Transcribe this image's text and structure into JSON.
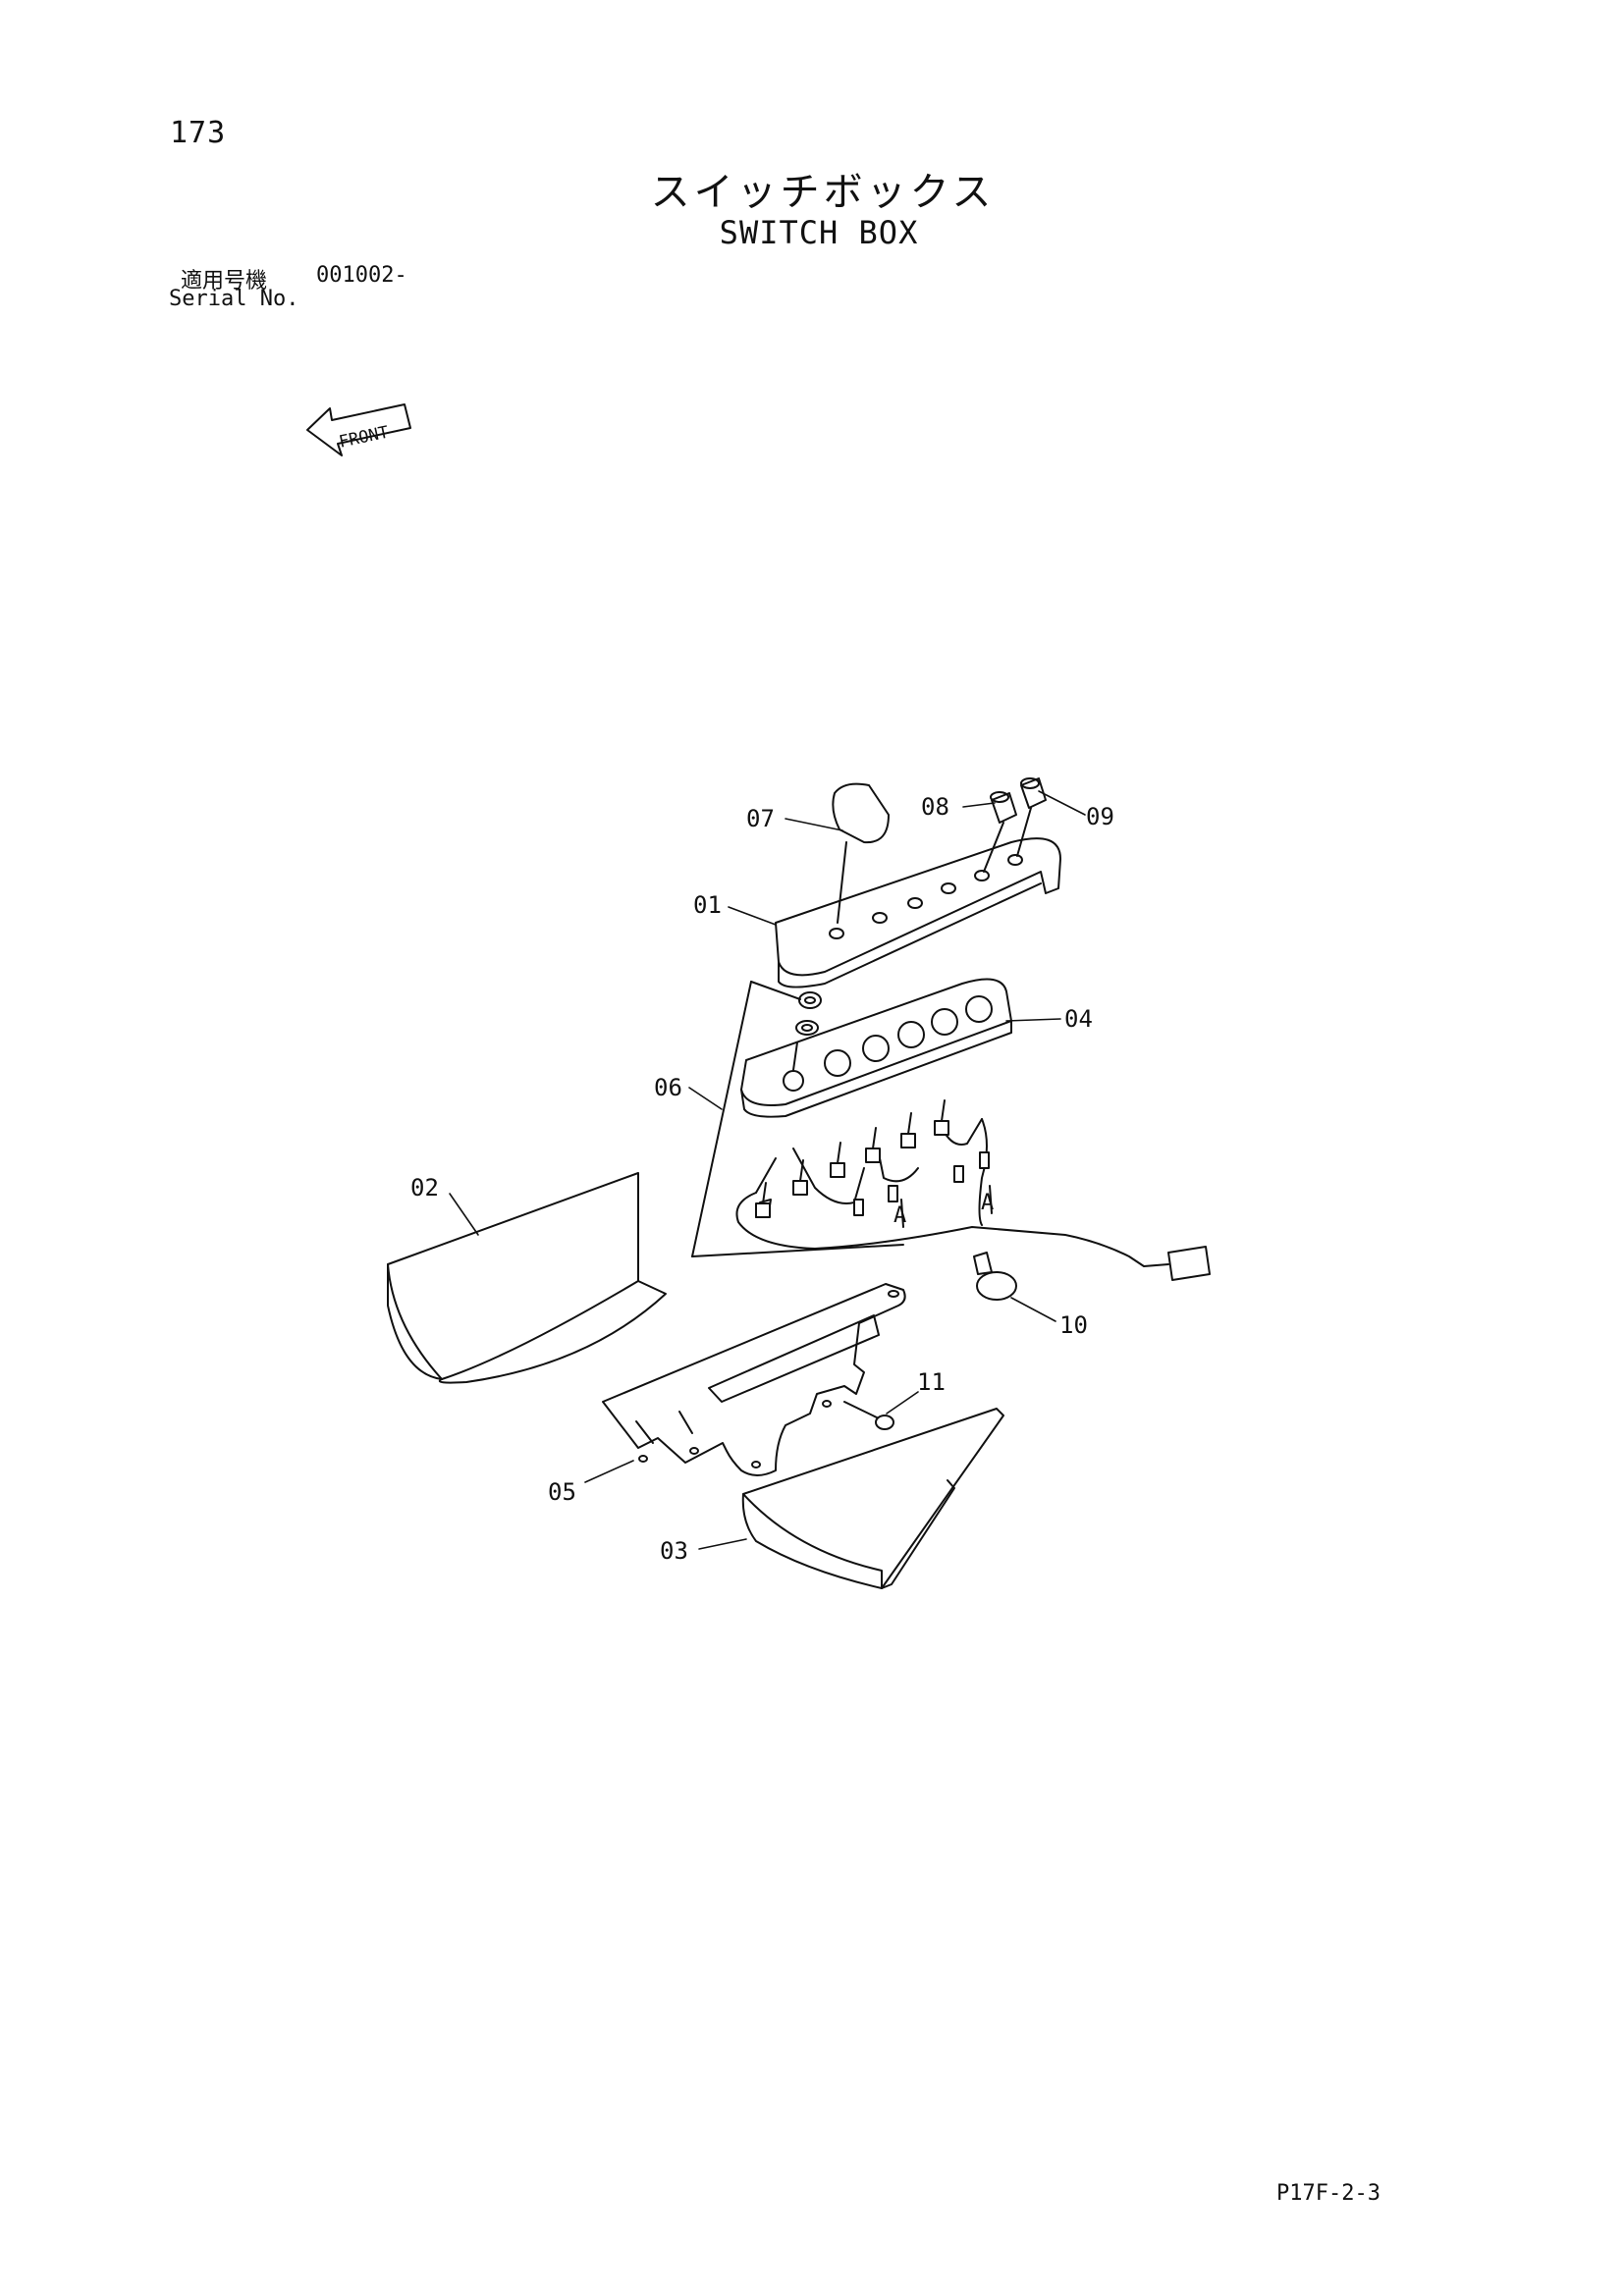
{
  "page_number": "173",
  "title_jp": "スイッチボックス",
  "title_en": "SWITCH BOX",
  "serial_label_jp": "適用号機",
  "serial_value": "001002-",
  "serial_label_en": "Serial No.",
  "front_label": "FRONT",
  "doc_code": "P17F-2-3",
  "parts": [
    {
      "id": "p01",
      "label": "01"
    },
    {
      "id": "p02",
      "label": "02"
    },
    {
      "id": "p03",
      "label": "03"
    },
    {
      "id": "p04",
      "label": "04"
    },
    {
      "id": "p05",
      "label": "05"
    },
    {
      "id": "p06",
      "label": "06"
    },
    {
      "id": "p07",
      "label": "07"
    },
    {
      "id": "p08",
      "label": "08"
    },
    {
      "id": "p09",
      "label": "09"
    },
    {
      "id": "p10",
      "label": "10"
    },
    {
      "id": "p11",
      "label": "11"
    }
  ],
  "connector_mark": "A",
  "colors": {
    "ink": "#111111",
    "paper": "#ffffff"
  }
}
